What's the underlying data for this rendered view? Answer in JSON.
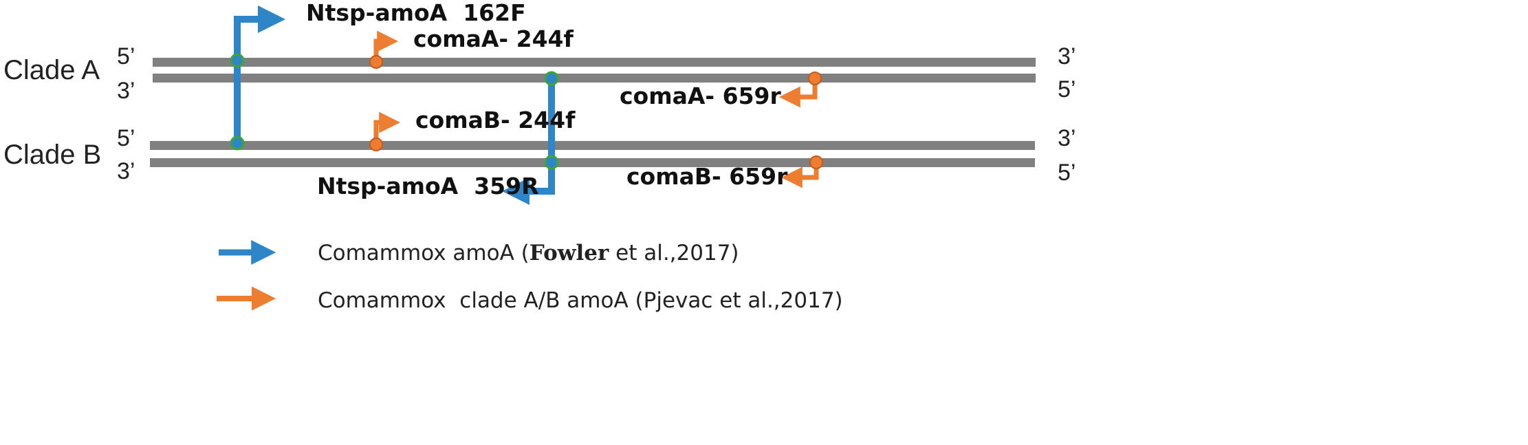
{
  "colors": {
    "strand": "#808080",
    "blue_primer": "#2E86C9",
    "orange_primer": "#ED7D31",
    "node_outline": "#3FA535"
  },
  "clades": [
    {
      "label": "Clade A",
      "top_left": "5’",
      "bottom_left": "3’",
      "top_right": "3’",
      "bottom_right": "5’"
    },
    {
      "label": "Clade B",
      "top_left": "5’",
      "bottom_left": "3’",
      "top_right": "3’",
      "bottom_right": "5’"
    }
  ],
  "primers": {
    "ntsp_f": "Ntsp-amoA  162F",
    "ntsp_r": "Ntsp-amoA  359R",
    "comaA_f": "comaA- 244f",
    "comaA_r": "comaA- 659r",
    "comaB_f": "comaB- 244f",
    "comaB_r": "comaB- 659r"
  },
  "legend": {
    "blue": {
      "name": "Comammox",
      "gene": "amoA",
      "ref_open": "(",
      "author": "Fowler",
      "ref_rest": " et al.,2017)"
    },
    "orange": {
      "name": "Comammox",
      "gene": "clade A/B amoA",
      "ref": "(Pjevac et al.,2017)"
    }
  }
}
